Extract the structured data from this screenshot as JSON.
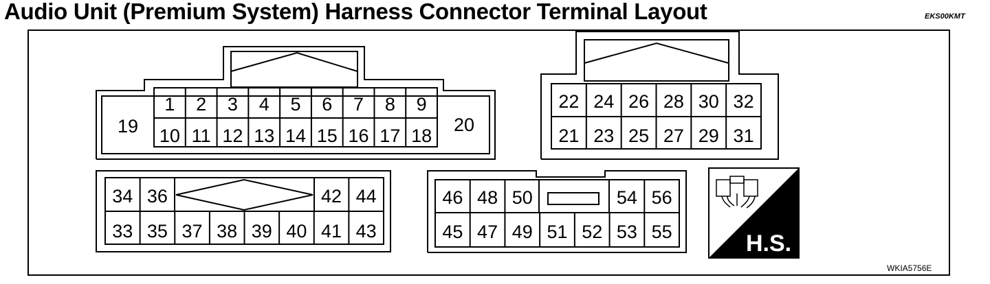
{
  "title": "Audio Unit (Premium System) Harness Connector Terminal Layout",
  "ref_code": "EKS00KMT",
  "figure_code": "WKIA5756E",
  "hs_label": "H.S.",
  "connector_a": {
    "side_left": "19",
    "side_right": "20",
    "top_row": [
      "1",
      "2",
      "3",
      "4",
      "5",
      "6",
      "7",
      "8",
      "9"
    ],
    "bottom_row": [
      "10",
      "11",
      "12",
      "13",
      "14",
      "15",
      "16",
      "17",
      "18"
    ]
  },
  "connector_b": {
    "top_row": [
      "22",
      "24",
      "26",
      "28",
      "30",
      "32"
    ],
    "bottom_row": [
      "21",
      "23",
      "25",
      "27",
      "29",
      "31"
    ]
  },
  "connector_c": {
    "top_left": [
      "34",
      "36"
    ],
    "top_right": [
      "42",
      "44"
    ],
    "bottom_row": [
      "33",
      "35",
      "37",
      "38",
      "39",
      "40",
      "41",
      "43"
    ]
  },
  "connector_d": {
    "top_left": [
      "46",
      "48",
      "50"
    ],
    "top_right": [
      "54",
      "56"
    ],
    "bottom_row": [
      "45",
      "47",
      "49",
      "51",
      "52",
      "53",
      "55"
    ]
  }
}
